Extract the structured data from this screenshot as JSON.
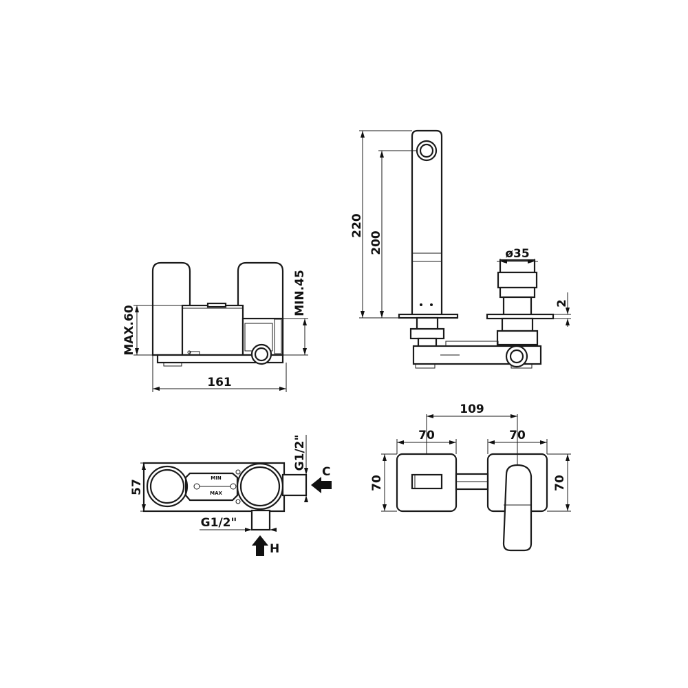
{
  "views": {
    "front": {
      "dim_width": "161",
      "dim_max": "MAX.60",
      "dim_min": "MIN.45"
    },
    "side": {
      "dim_220": "220",
      "dim_200": "200",
      "dim_dia": "ø35",
      "dim_2": "2"
    },
    "top": {
      "dim_57": "57",
      "thread_c": "G1/2\"",
      "thread_h": "G1/2\"",
      "label_c": "C",
      "label_h": "H",
      "mark_min": "MIN",
      "mark_max": "MAX"
    },
    "plan": {
      "dim_109": "109",
      "dim_70_left": "70",
      "dim_70_right": "70",
      "dim_70_height_left": "70",
      "dim_70_height_right": "70"
    }
  }
}
